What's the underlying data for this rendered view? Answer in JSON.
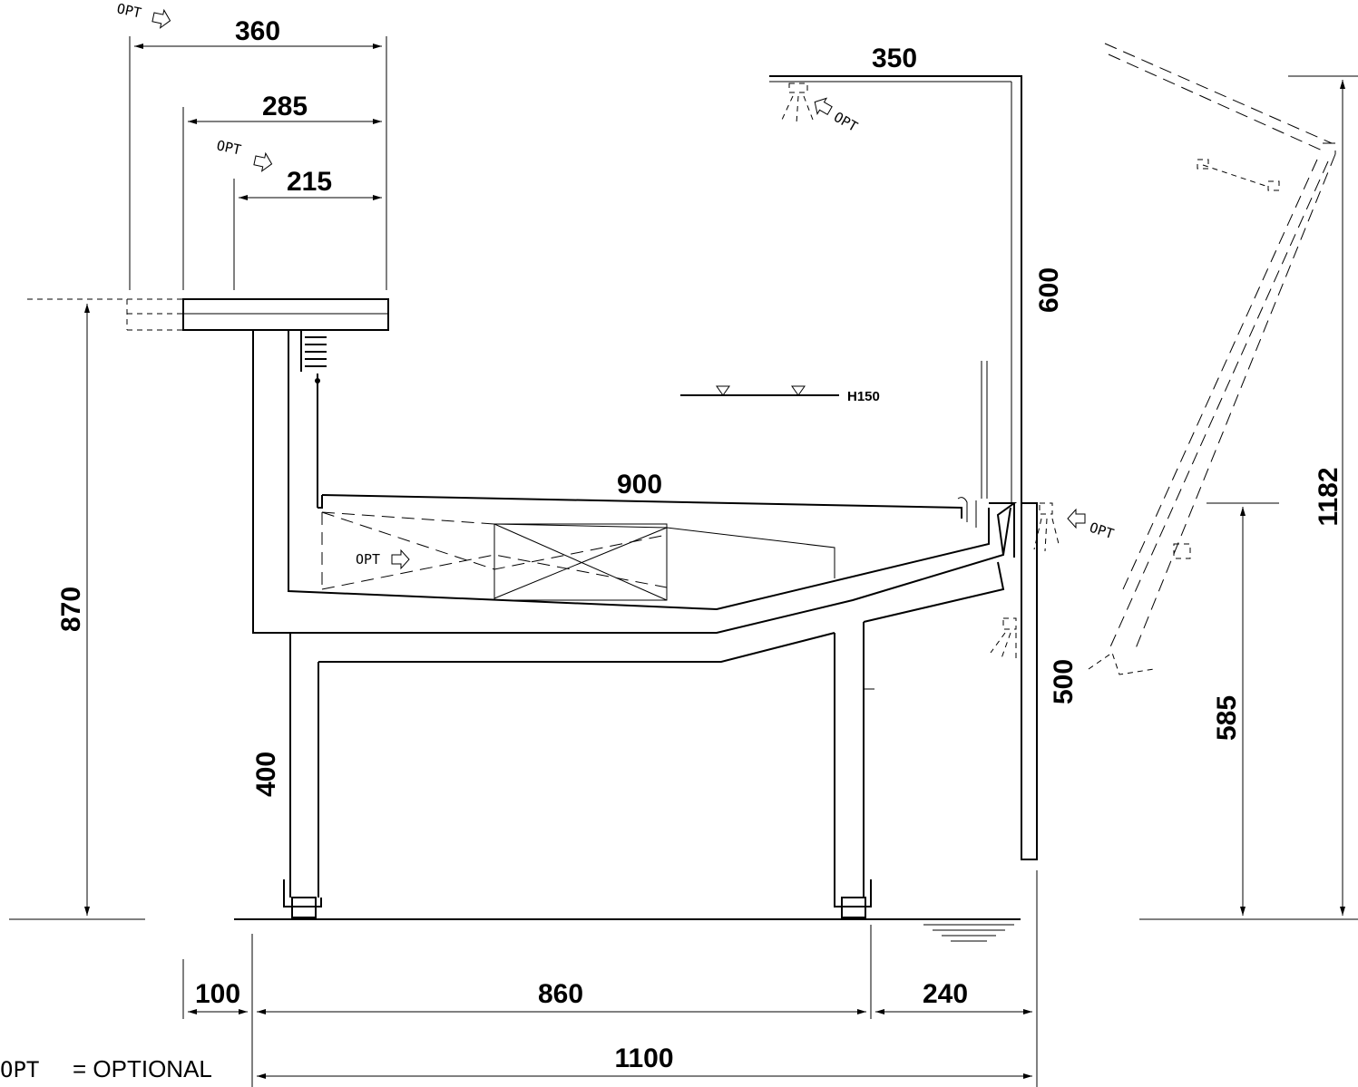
{
  "dimensions": {
    "top_width_360": "360",
    "top_width_285": "285",
    "top_width_215": "215",
    "canopy_350": "350",
    "canopy_height_600": "600",
    "shelf_height_h150": "H150",
    "tray_900": "900",
    "total_height_1182": "1182",
    "counter_height_870": "870",
    "front_500": "500",
    "glass_585": "585",
    "leg_400": "400",
    "base_100": "100",
    "base_860": "860",
    "base_240": "240",
    "total_width_1100": "1100"
  },
  "opt_labels": {
    "top_left": "OPT",
    "top_mid": "OPT",
    "canopy": "OPT",
    "tray": "OPT",
    "front": "OPT"
  },
  "legend": {
    "abbr": "OPT",
    "text": "= OPTIONAL"
  }
}
